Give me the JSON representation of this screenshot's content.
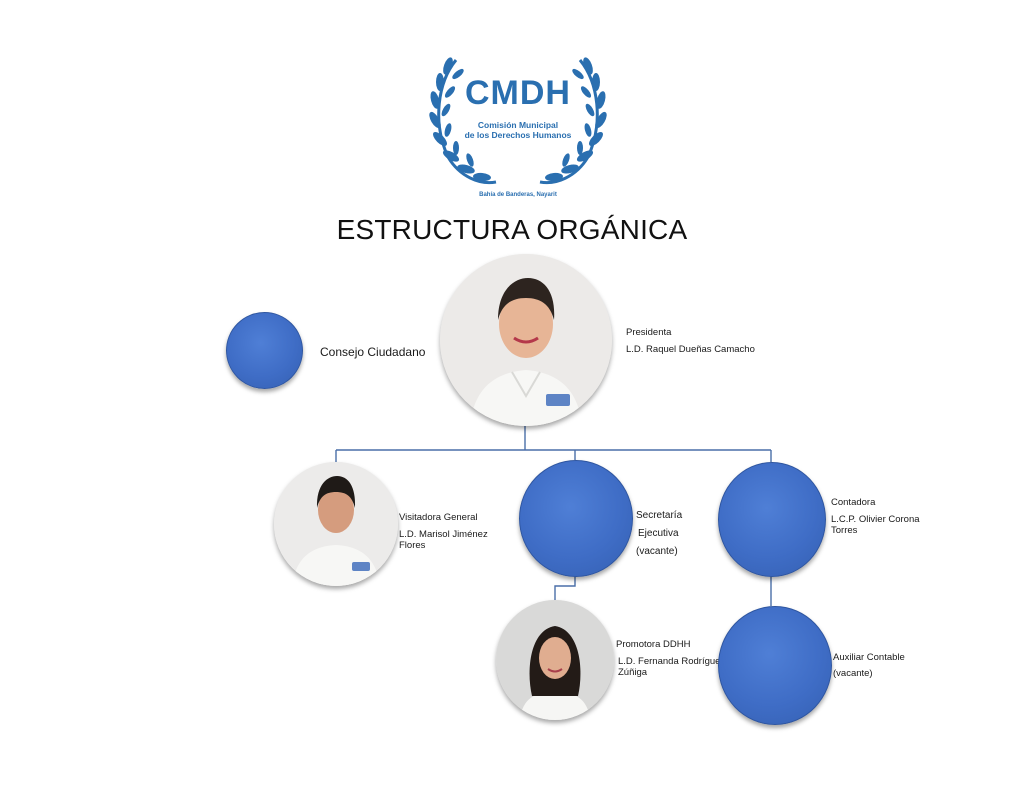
{
  "logo": {
    "acronym": "CMDH",
    "subtitle_line1": "Comisión Municipal",
    "subtitle_line2": "de los Derechos Humanos",
    "place": "Bahía de Banderas, Nayarit",
    "color": "#2a6fb0"
  },
  "title": "ESTRUCTURA ORGÁNICA",
  "colors": {
    "node_blue": "#4472c4",
    "line_blue": "#4a6fa8"
  },
  "council": {
    "label": "Consejo Ciudadano"
  },
  "presidenta": {
    "role": "Presidenta",
    "name": "L.D. Raquel Dueñas Camacho"
  },
  "visitadora": {
    "role": "Visitadora General",
    "name": "L.D. Marisol Jiménez Flores"
  },
  "secretaria": {
    "role_line1": "Secretaría",
    "role_line2": "Ejecutiva",
    "status": "(vacante)"
  },
  "contadora": {
    "role": "Contadora",
    "name": "L.C.P. Olivier Corona Torres"
  },
  "promotora": {
    "role": "Promotora DDHH",
    "name": "L.D. Fernanda Rodríguez Zúñiga"
  },
  "auxiliar": {
    "role": "Auxiliar Contable",
    "status": "(vacante)"
  }
}
